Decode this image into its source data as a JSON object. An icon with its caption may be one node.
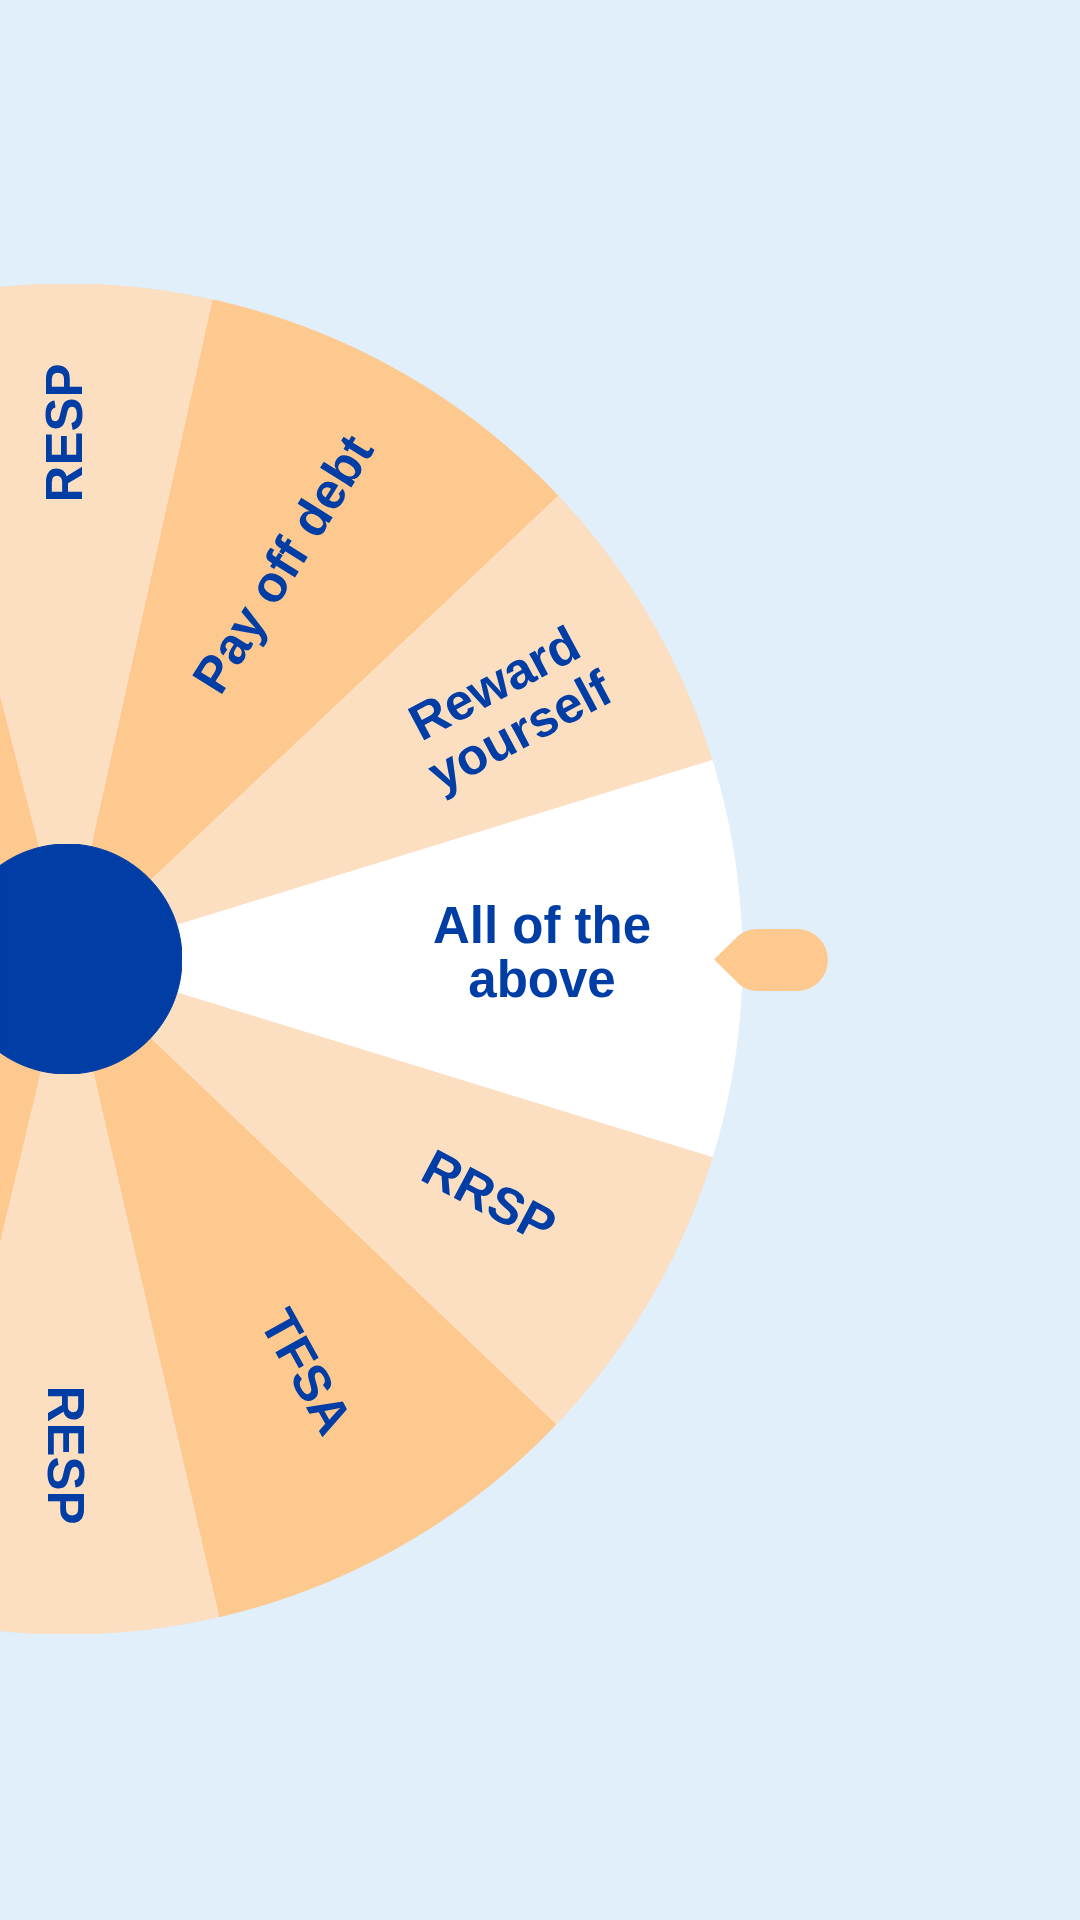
{
  "diagram": {
    "nodes": [
      {
        "text": [
          "RESP"
        ]
      },
      {
        "text": [
          "Pay off debt"
        ]
      },
      {
        "text": [
          "Reward yourself"
        ]
      },
      {
        "text": [
          "All of the above"
        ]
      },
      {
        "text": [
          "RRSP"
        ]
      },
      {
        "text": [
          "TFSA"
        ]
      },
      {
        "text": [
          "RESP"
        ]
      },
      {
        "text": [],
        "shape": "wedge"
      },
      {
        "text": [],
        "shape": "wedge"
      },
      {
        "text": [],
        "shape": "circle"
      }
    ]
  }
}
